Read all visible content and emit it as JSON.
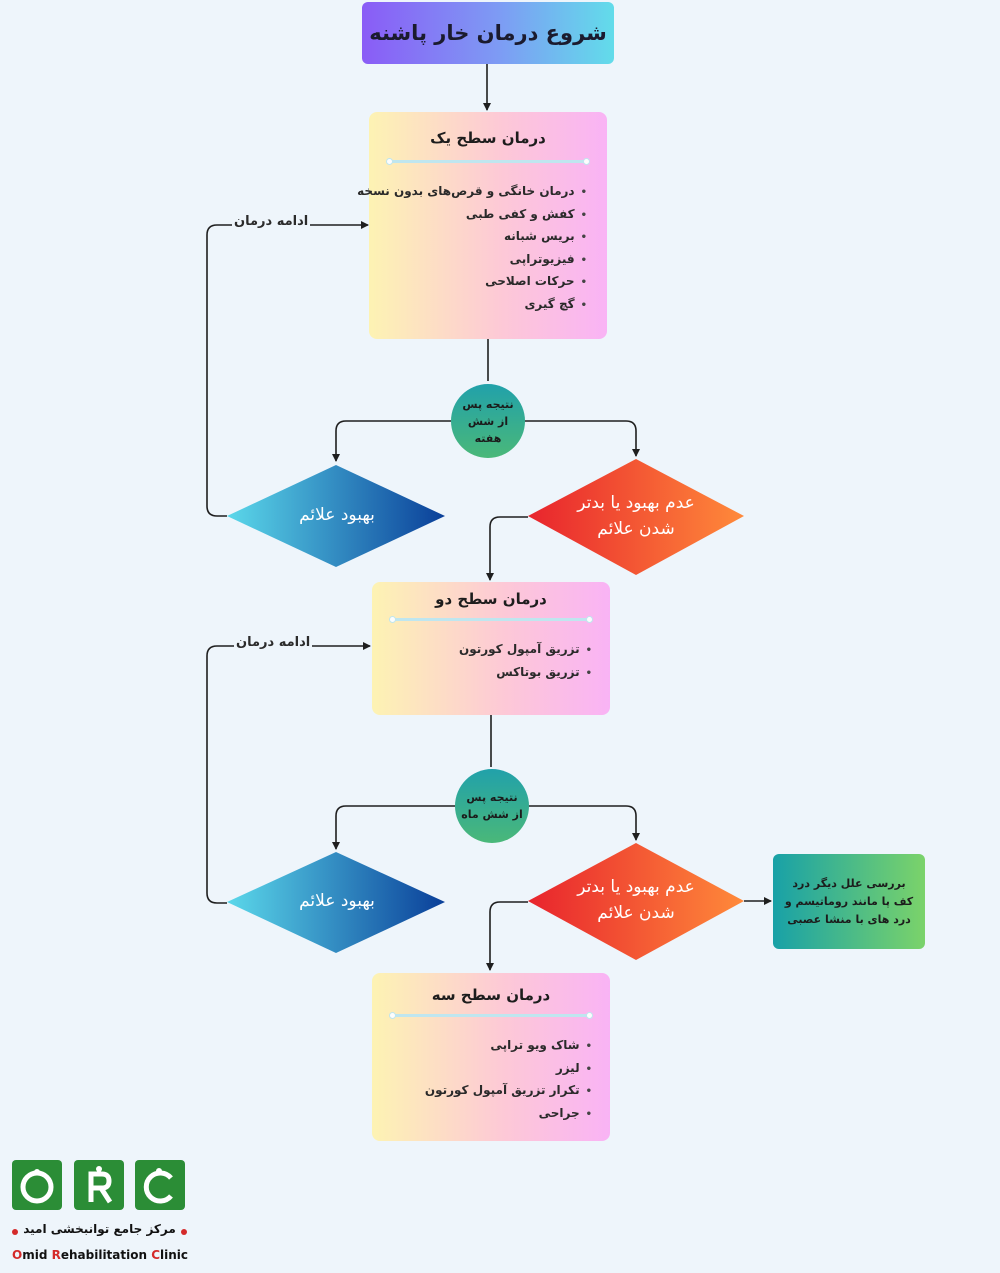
{
  "start": {
    "title": "شروع درمان خار پاشنه"
  },
  "level1": {
    "title": "درمان سطح یک",
    "items": [
      "درمان خانگی و قرص‌های بدون نسخه",
      "کفش و کفی طبی",
      "بریس شبانه",
      "فیزیوتراپی",
      "حرکات اصلاحی",
      "گچ گیری"
    ]
  },
  "check1": {
    "line1": "نتیجه پس",
    "line2": "از شش",
    "line3": "هفته"
  },
  "improve1": {
    "label": "بهبود علائم"
  },
  "worse1": {
    "line1": "عدم بهبود یا بدتر",
    "line2": "شدن علائم"
  },
  "continue1": {
    "label": "ادامه درمان"
  },
  "level2": {
    "title": "درمان سطح دو",
    "items": [
      "تزریق آمپول کورتون",
      "تزریق بوتاکس"
    ]
  },
  "check2": {
    "line1": "نتیجه پس",
    "line2": "از شش ماه"
  },
  "improve2": {
    "label": "بهبود علائم"
  },
  "worse2": {
    "line1": "عدم بهبود یا بدتر",
    "line2": "شدن علائم"
  },
  "continue2": {
    "label": "ادامه درمان"
  },
  "other_causes": {
    "line1": "بررسی علل دیگر درد",
    "line2": "کف پا مانند روماتیسم و",
    "line3": "درد های با منشا عصبی"
  },
  "level3": {
    "title": "درمان سطح سه",
    "items": [
      "شاک ویو تراپی",
      "لیزر",
      "تکرار تزریق آمپول کورتون",
      "جراحی"
    ]
  },
  "logo": {
    "letters": [
      "O",
      "R",
      "C"
    ],
    "name_fa": "مرکز جامع توانبخشی امید",
    "name_en_1": "O",
    "name_en_2": "mid ",
    "name_en_3": "R",
    "name_en_4": "ehabilitation ",
    "name_en_5": "C",
    "name_en_6": "linic"
  },
  "colors": {
    "background": "#eef5fb",
    "start_gradient": [
      "#8a5cf6",
      "#62dcea"
    ],
    "level_gradient": [
      "#fdf3b3",
      "#f9b3f5"
    ],
    "improve_diamond": [
      "#5bd8ea",
      "#0a3f99"
    ],
    "worse_diamond": [
      "#e8242d",
      "#ff8a3a"
    ],
    "check_circle": [
      "#21a1aa",
      "#4ab879"
    ],
    "other_box": [
      "#18a1a7",
      "#7bd36a"
    ],
    "logo_green": "#2b8d36",
    "logo_red": "#d42a2a"
  }
}
